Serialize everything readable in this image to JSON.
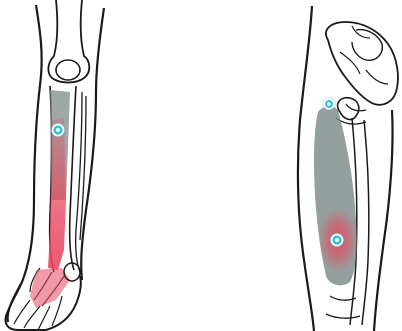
{
  "figure": {
    "panels": [
      {
        "id": "lower-leg-and-foot",
        "muscle_overlay": "grey",
        "pain_zone_color": "#e8465e",
        "points": 1
      },
      {
        "id": "pelvis-and-thigh",
        "muscle_overlay": "grey",
        "pain_zone_color": "#e8465e",
        "points": 2
      }
    ],
    "colors": {
      "outline": "#1a1a1a",
      "muscle": "#7d8b88",
      "pain": "#e8465e",
      "point": "#2ec4d6",
      "background": "#ffffff"
    },
    "icons": [
      "trigger-point-icon",
      "referred-pain-point-icon"
    ]
  }
}
